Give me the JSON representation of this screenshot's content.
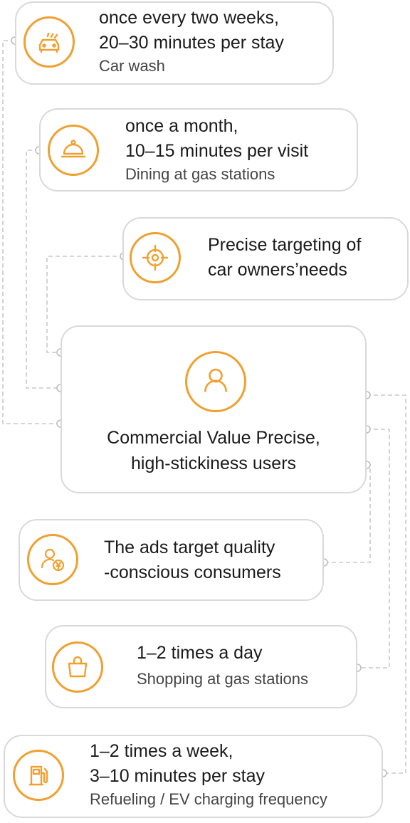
{
  "accent_color": "#f0a030",
  "center": {
    "icon": "user-icon",
    "line1": "Commercial Value Precise,",
    "line2": "high-stickiness users"
  },
  "cards": {
    "car_wash": {
      "icon": "car-wash-icon",
      "line1": "once every two weeks,",
      "line2": "20–30 minutes per stay",
      "sub": "Car wash"
    },
    "dining": {
      "icon": "food-cloche-icon",
      "line1": "once a month,",
      "line2": "10–15 minutes per visit",
      "sub": "Dining at gas stations"
    },
    "targeting": {
      "icon": "target-icon",
      "line1": "Precise targeting of",
      "line2": "car owners’needs"
    },
    "ads": {
      "icon": "user-yen-icon",
      "line1": "The ads target quality",
      "line2": "-conscious consumers"
    },
    "shopping": {
      "icon": "shopping-bag-icon",
      "line1": "1–2 times a day",
      "sub": "Shopping at gas stations"
    },
    "refuel": {
      "icon": "fuel-pump-icon",
      "line1": "1–2 times a week,",
      "line2": "3–10 minutes per stay",
      "sub": "Refueling / EV charging frequency"
    }
  }
}
